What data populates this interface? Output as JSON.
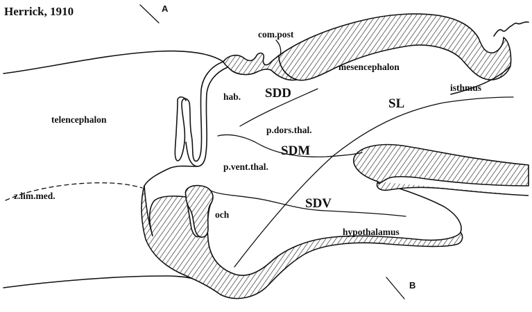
{
  "figure": {
    "citation": "Herrick, 1910",
    "section_line_labels": {
      "a": "A",
      "b": "B"
    },
    "regions": {
      "telencephalon": "telencephalon",
      "mesencephalon": "mesencephalon",
      "isthmus": "isthmus",
      "hypothalamus": "hypothalamus",
      "habenula": "hab.",
      "dorsal_thalamus": "p.dors.thal.",
      "ventral_thalamus": "p.vent.thal.",
      "zona_limitans": "z.lim.med.",
      "commissura_posterior": "com.post",
      "optic_chiasm": "och"
    },
    "sulci": {
      "sdd": "SDD",
      "sdm": "SDM",
      "sdv": "SDV",
      "sl": "SL"
    }
  }
}
